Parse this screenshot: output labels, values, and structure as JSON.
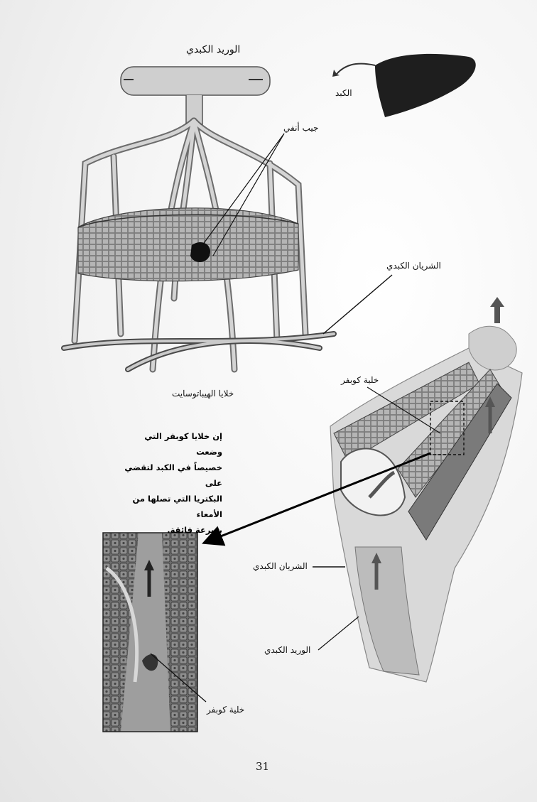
{
  "labels": {
    "hepatic_vein_top": "الوريد الكبدي",
    "liver": "الكبد",
    "sinusoid": "جيب أنفي",
    "hepatic_artery_top": "الشريان الكبدي",
    "hepatocytes": "خلايا الهيباتوسايت",
    "kupffer_cell_main": "خلية كوبفر",
    "hepatic_artery_bottom": "الشريان الكبدي",
    "hepatic_vein_bottom": "الوريد الكبدي",
    "kupffer_cell_inset": "خلية كوبفر"
  },
  "caption": {
    "lines": [
      "إن خلايا كوبفر التي وضعت",
      "خصيصاً في الكبد لتقضي على",
      "البكتريا التي تصلها من الأمعاء",
      "بسرعة فائقة."
    ]
  },
  "page_number": "31"
}
